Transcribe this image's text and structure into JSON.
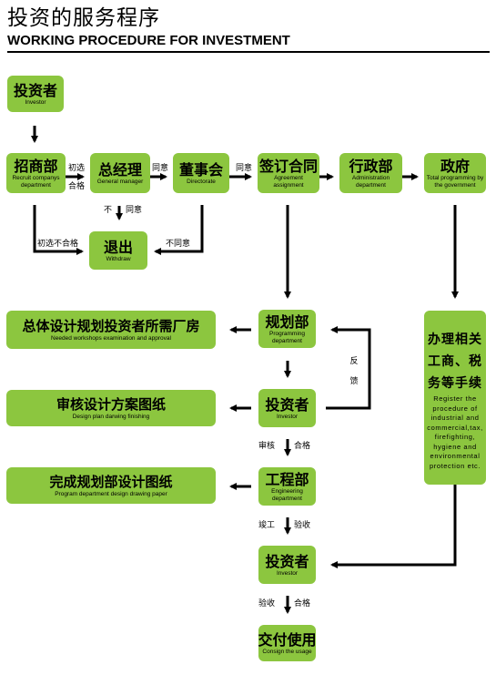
{
  "header": {
    "title_cn": "投资的服务程序",
    "title_en": "WORKING PROCEDURE FOR INVESTMENT"
  },
  "nodes": {
    "investor_top": {
      "cn": "投资者",
      "en": "Investor"
    },
    "recruit": {
      "cn": "招商部",
      "en": "Recruit companys department"
    },
    "gm": {
      "cn": "总经理",
      "en": "General manager"
    },
    "directorate": {
      "cn": "董事会",
      "en": "Directorate"
    },
    "agreement": {
      "cn": "签订合同",
      "en": "Agreement assignment"
    },
    "admin": {
      "cn": "行政部",
      "en": "Administration department"
    },
    "gov": {
      "cn": "政府",
      "en": "Total programming by the government"
    },
    "withdraw": {
      "cn": "退出",
      "en": "Withdraw"
    },
    "workshops": {
      "cn": "总体设计规划投资者所需厂房",
      "en": "Needed workshops examination and approval"
    },
    "programming": {
      "cn": "规划部",
      "en": "Programming department"
    },
    "design_plan": {
      "cn": "审核设计方案图纸",
      "en": "Design plan darwing finishing"
    },
    "investor_mid": {
      "cn": "投资者",
      "en": "Investor"
    },
    "complete_drawing": {
      "cn": "完成规划部设计图纸",
      "en": "Program department design drawing paper"
    },
    "engineering": {
      "cn": "工程部",
      "en": "Engineering department"
    },
    "investor_bottom": {
      "cn": "投资者",
      "en": "Investor"
    },
    "consign": {
      "cn": "交付使用",
      "en": "Consign the usage"
    },
    "register": {
      "cn": "办理相关工商、税务等手续",
      "en": "Register the procedure of industrial and commercial,tax, firefighting, hygiene and environmental protection etc."
    }
  },
  "edge_labels": {
    "prelim_top": "初选",
    "prelim_bottom": "合格",
    "agree1": "同意",
    "agree2": "同意",
    "disagree_gm_left": "不",
    "disagree_gm_right": "同意",
    "prelim_fail": "初选不合格",
    "disagree_dir": "不同意",
    "feedback_1": "反",
    "feedback_2": "馈",
    "review_left": "审核",
    "review_right": "合格",
    "build_left": "竣工",
    "build_right": "验收",
    "accept_left": "验收",
    "accept_right": "合格"
  },
  "colors": {
    "box": "#8cc63f",
    "arrow": "#000000"
  }
}
